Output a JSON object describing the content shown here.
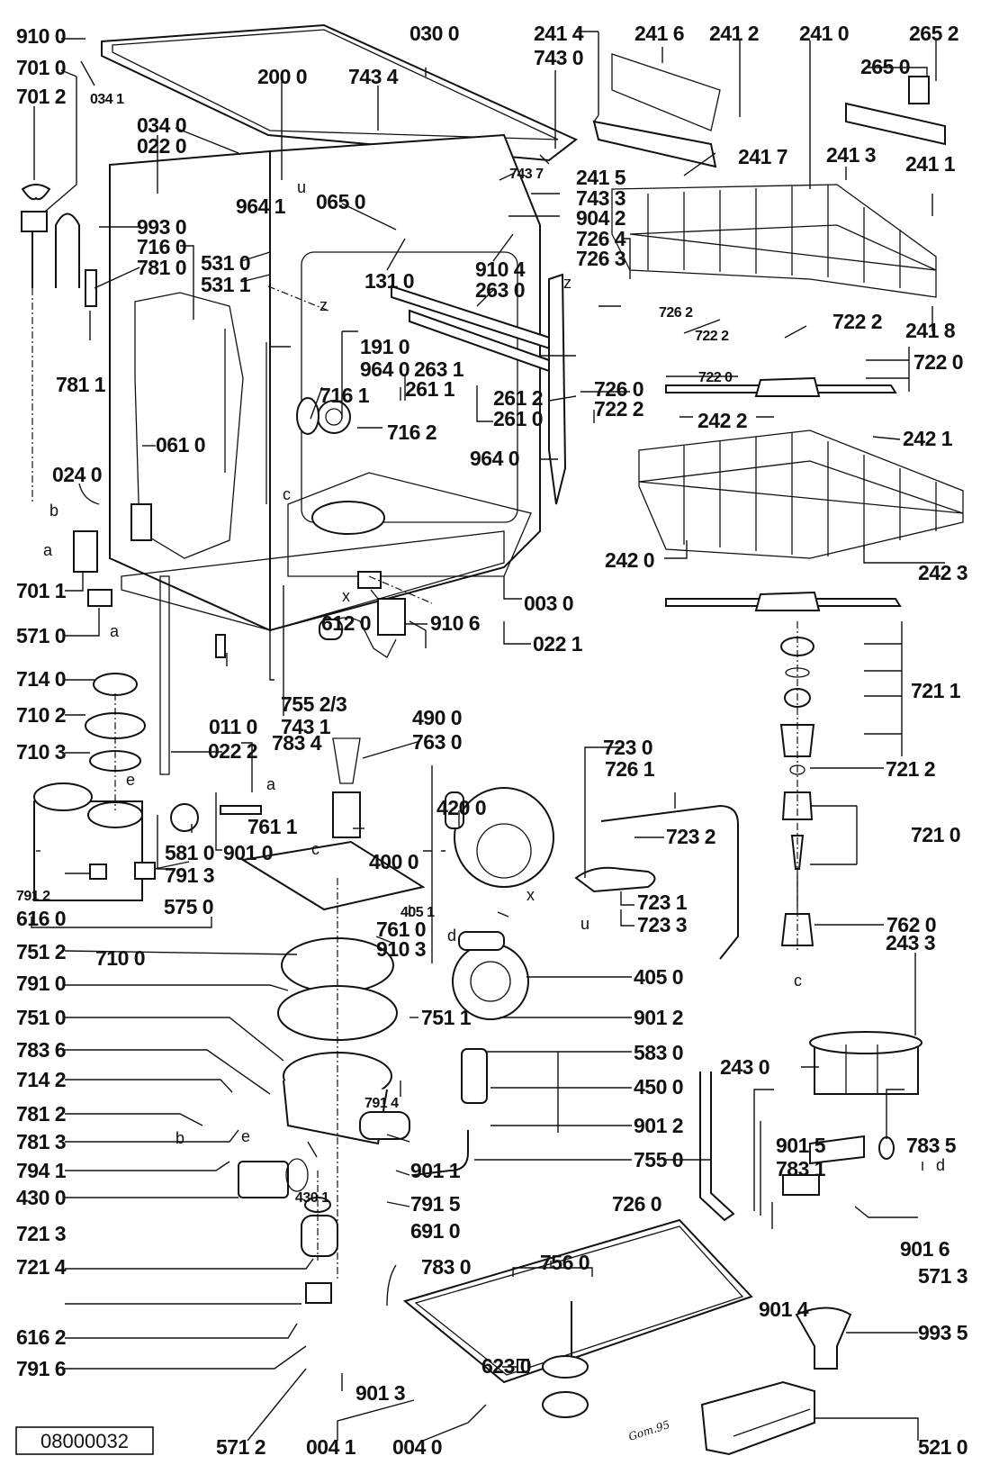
{
  "diagram": {
    "title": "Dishwasher exploded parts diagram",
    "reference_number": "08000032",
    "signature": "Gom.95",
    "axis_letters": [
      "a",
      "b",
      "c",
      "d",
      "e",
      "u",
      "x",
      "z"
    ],
    "labels": {
      "p910_0": "910 0",
      "p701_0": "701 0",
      "p701_2": "701 2",
      "p034_1": "034 1",
      "p030_0": "030 0",
      "p200_0": "200 0",
      "p743_4": "743 4",
      "p241_4": "241 4",
      "p743_0": "743 0",
      "p241_6": "241 6",
      "p241_2": "241 2",
      "p241_0": "241 0",
      "p265_2": "265 2",
      "p265_0": "265 0",
      "p034_0": "034 0",
      "p022_0": "022 0",
      "p743_7": "743 7",
      "p241_5": "241 5",
      "p241_7": "241 7",
      "p241_3": "241 3",
      "p241_1": "241 1",
      "p743_3": "743 3",
      "p065_0": "065 0",
      "p964_1": "964 1",
      "p904_2": "904 2",
      "p993_0": "993 0",
      "p716_0": "716 0",
      "p781_0": "781 0",
      "p531_0": "531 0",
      "p531_1": "531 1",
      "p726_4": "726 4",
      "p726_3": "726 3",
      "p910_4": "910 4",
      "p263_0": "263 0",
      "p131_0": "131 0",
      "p726_2": "726 2",
      "p722_2a": "722 2",
      "p722_2b": "722 2",
      "p241_8": "241 8",
      "p722_0a": "722 0",
      "p722_0b": "722 0",
      "p781_1": "781 1",
      "p191_0": "191 0",
      "p964_0a": "964 0",
      "p263_1": "263 1",
      "p261_1": "261 1",
      "p261_2": "261 2",
      "p261_0": "261 0",
      "p726_0a": "726 0",
      "p722_2c": "722 2",
      "p716_1": "716 1",
      "p716_2": "716 2",
      "p242_2": "242 2",
      "p242_1": "242 1",
      "p061_0": "061 0",
      "p964_0b": "964 0",
      "p024_0": "024 0",
      "p242_0": "242 0",
      "p242_3": "242 3",
      "p701_1": "701 1",
      "p003_0": "003 0",
      "p612_0": "612 0",
      "p910_6": "910 6",
      "p571_0": "571 0",
      "p022_1": "022 1",
      "p721_1": "721 1",
      "p714_0": "714 0",
      "p710_2": "710 2",
      "p011_0": "011 0",
      "p755_23": "755 2/3",
      "p743_1": "743 1",
      "p490_0": "490 0",
      "p710_3": "710 3",
      "p022_2": "022 2",
      "p783_4": "783 4",
      "p763_0": "763 0",
      "p723_0": "723 0",
      "p726_1": "726 1",
      "p721_2": "721 2",
      "p761_1": "761 1",
      "p420_0": "420 0",
      "p723_2": "723 2",
      "p721_0": "721 0",
      "p581_0": "581 0",
      "p901_0": "901 0",
      "p791_3": "791 3",
      "p400_0": "400 0",
      "p791_2": "791 2",
      "p616_0": "616 0",
      "p575_0": "575 0",
      "p405_1": "405 1",
      "p723_1": "723 1",
      "p723_3": "723 3",
      "p762_0": "762 0",
      "p761_0": "761 0",
      "p710_0": "710 0",
      "p910_3": "910 3",
      "p751_2": "751 2",
      "p405_0": "405 0",
      "p243_3": "243 3",
      "p791_0": "791 0",
      "p901_2a": "901 2",
      "p751_1": "751 1",
      "p751_0": "751 0",
      "p583_0": "583 0",
      "p243_0": "243 0",
      "p783_6": "783 6",
      "p450_0": "450 0",
      "p714_2": "714 2",
      "p791_4": "791 4",
      "p901_2b": "901 2",
      "p781_2": "781 2",
      "p755_0": "755 0",
      "p901_5": "901 5",
      "p783_5": "783 5",
      "p783_1": "783 1",
      "p781_3": "781 3",
      "p901_1": "901 1",
      "p726_0b": "726 0",
      "p794_1": "794 1",
      "p430_1": "430 1",
      "p791_5": "791 5",
      "p901_6": "901 6",
      "p430_0": "430 0",
      "p691_0": "691 0",
      "p571_3": "571 3",
      "p721_3": "721 3",
      "p756_0": "756 0",
      "p901_4": "901 4",
      "p721_4": "721 4",
      "p783_0": "783 0",
      "p993_5": "993 5",
      "p616_2": "616 2",
      "p623_0": "623 0",
      "p791_6": "791 6",
      "p901_3": "901 3",
      "p571_2": "571 2",
      "p004_1": "004 1",
      "p004_0": "004 0",
      "p521_0": "521 0"
    }
  }
}
